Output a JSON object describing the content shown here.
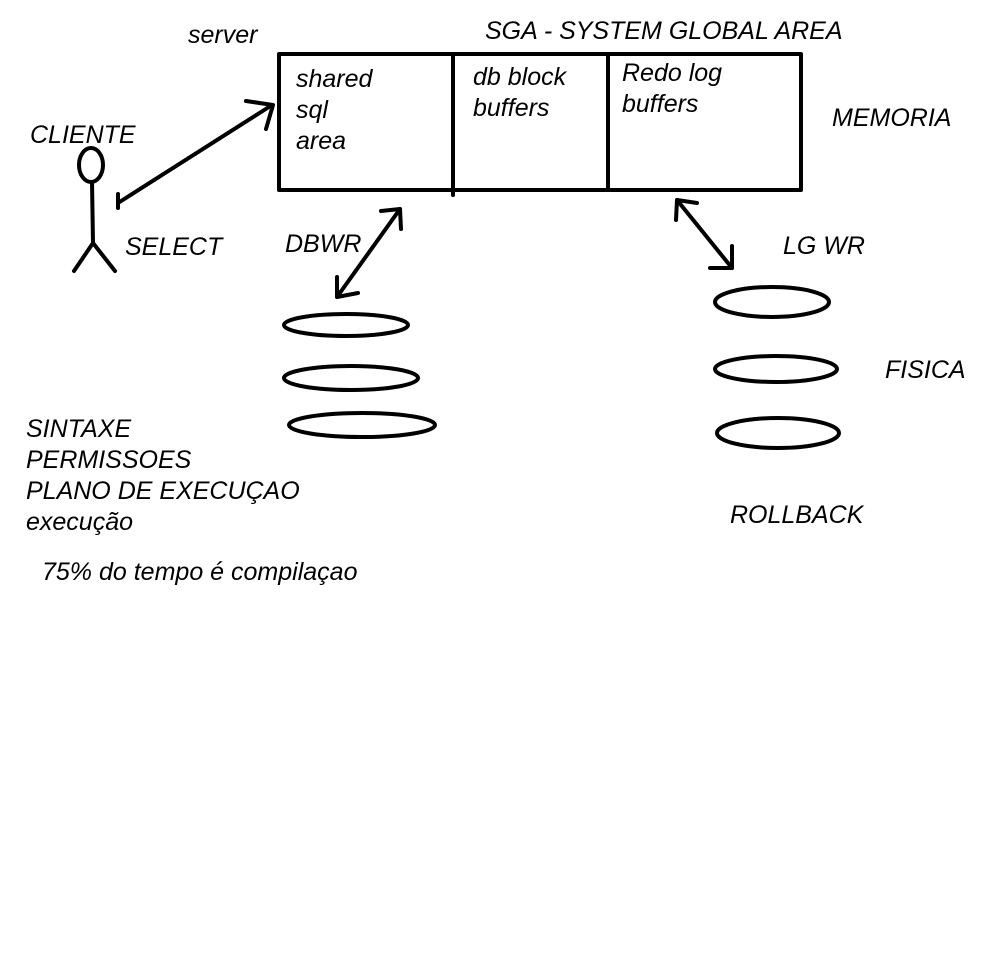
{
  "labels": {
    "server": "server",
    "sga_title": "SGA - SYSTEM GLOBAL AREA",
    "memoria": "MEMORIA",
    "cliente": "CLIENTE",
    "select": "SELECT",
    "dbwr": "DBWR",
    "lgwr": "LG WR",
    "fisica": "FISICA",
    "rollback": "ROLLBACK"
  },
  "sga_cells": [
    {
      "lines": [
        "shared",
        "sql",
        "area"
      ]
    },
    {
      "lines": [
        "db block",
        "buffers"
      ]
    },
    {
      "lines": [
        "Redo log",
        "buffers"
      ]
    }
  ],
  "steps": [
    "SINTAXE",
    "PERMISSOES",
    "PLANO DE EXECUÇAO",
    "execução"
  ],
  "note": "75% do tempo é compilaçao"
}
